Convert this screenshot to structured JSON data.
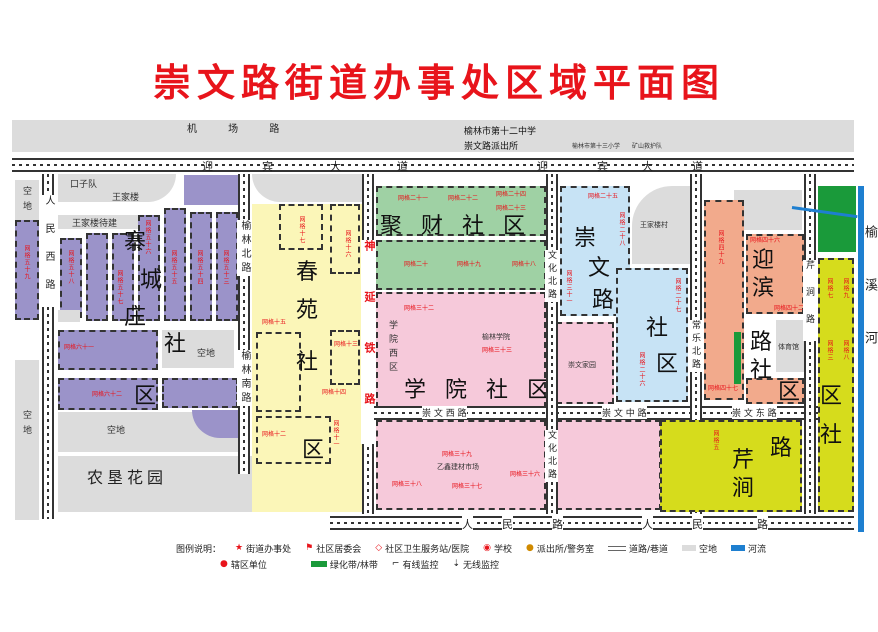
{
  "title": "崇文路街道办事处区域平面图",
  "roads": {
    "airport": "机 场 路",
    "yingbin": [
      "迎",
      "宾",
      "大",
      "道"
    ],
    "renmin": [
      "人",
      "民",
      "路"
    ],
    "renmin_west": "人民西路",
    "yulin_north": "榆林北路",
    "yulin_south": "榆林南路",
    "railway": "神延铁路",
    "wenhua_north": "文化北路",
    "changle_north": "常乐北路",
    "qin_road": "芹涧路",
    "chongwen_west": "崇 文 西 路",
    "chongwen_mid": "崇 文 中 路",
    "chongwen_east": "崇 文 东 路",
    "wangjialou_street": "王家楼待建"
  },
  "communities": {
    "zhaicheng": [
      "寨",
      "城",
      "庄",
      "社",
      "区"
    ],
    "chunyuan": [
      "春",
      "苑",
      "社",
      "区"
    ],
    "jucai": "聚 财 社 区",
    "xueyuan": "学 院 社 区",
    "xueyuan_west": "学院西区",
    "chongwenlu": [
      "崇",
      "文",
      "路",
      "社",
      "区"
    ],
    "yingbinlu": [
      "迎",
      "滨",
      "路",
      "社",
      "区"
    ],
    "qinjianlu": [
      "芹",
      "涧",
      "路"
    ],
    "qinjian_qu": [
      "区",
      "社"
    ]
  },
  "places": {
    "kouzidui": "口子队",
    "wangjialou": "王家楼",
    "empty": "空地",
    "nongken": "农垦花园",
    "river": "榆溪河",
    "school12": "榆林市第十二中学",
    "police": "崇文路派出所",
    "school13": "榆林市第十三小学",
    "mine": "矿山救护队",
    "wangjialou_village": "王家楼村",
    "gym": "体育馆",
    "yulin_college": "榆林学院",
    "market": "乙鑫建材市场",
    "chongwen_garden": "崇文家园"
  },
  "grids": [
    "网格五十九",
    "网格六十",
    "网格五十八",
    "网格五十七",
    "网格五十六",
    "网格五十五",
    "网格五十四",
    "网格五十三",
    "网格六十一",
    "网格六十二",
    "网格十七",
    "网格十六",
    "网格十五",
    "网格十四",
    "网格十三",
    "网格十二",
    "网格十一",
    "网格二十一",
    "网格二十二",
    "网格二十四",
    "网格二十三",
    "网格二十",
    "网格十九",
    "网格十八",
    "网格三十二",
    "网格三十三",
    "网格三十九",
    "网格三十八",
    "网格三十七",
    "网格三十六",
    "网格二十五",
    "网格二十八",
    "网格三十",
    "网格三十一",
    "网格二十七",
    "网格二十六",
    "网格四十九",
    "网格四十",
    "网格四十六",
    "网格四十二",
    "网格四十七",
    "网格九",
    "网格八",
    "网格七",
    "网格三",
    "网格五",
    "网格四"
  ],
  "legend": {
    "title": "图例说明：",
    "items": [
      "街道办事处",
      "社区居委会",
      "社区卫生服务站/医院",
      "学校",
      "派出所/警务室",
      "道路/巷道",
      "空地",
      "河流",
      "辖区单位",
      "绿化带/林带",
      "有线监控",
      "无线监控"
    ]
  },
  "colors": {
    "title": "#e8141b",
    "river": "#1e7fd0",
    "green_belt": "#1a9a3a"
  }
}
